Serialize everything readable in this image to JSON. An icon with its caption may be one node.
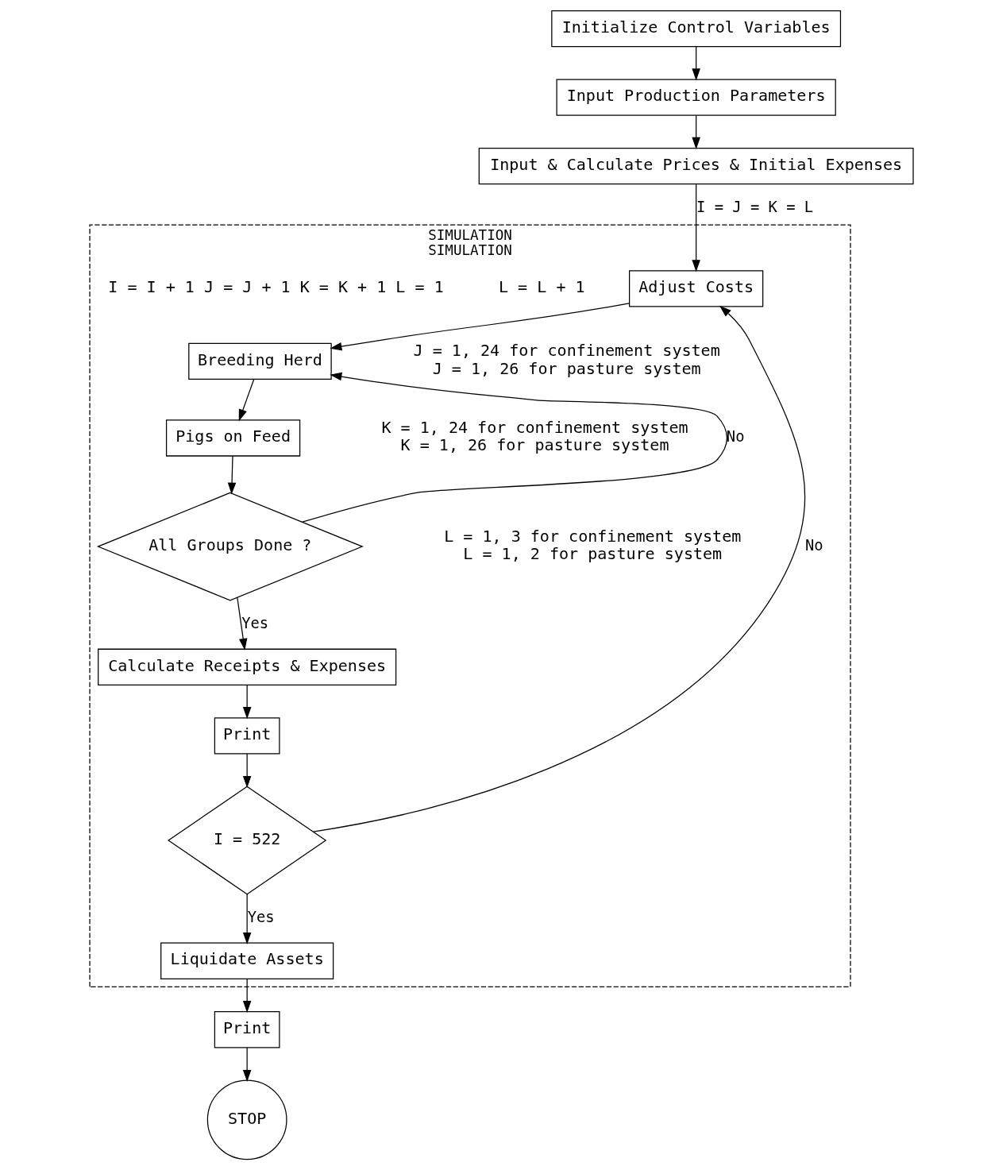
{
  "diagram": {
    "nodes": [
      {
        "text": [
          "Initialize Control Variables"
        ]
      },
      {
        "text": [
          "Input Production Parameters"
        ]
      },
      {
        "text": [
          "Input & Calculate Prices & Initial Expenses"
        ]
      },
      {
        "text": [
          "SIMULATION",
          "SIMULATION"
        ]
      },
      {
        "text": [
          "Adjust Costs"
        ],
        "in": 3
      },
      {
        "text": [
          "Breeding Herd"
        ],
        "in": 3,
        "beside": [
          "J = 1, 24 for confinement system",
          "J = 1, 26 for pasture system"
        ]
      },
      {
        "text": [
          "Pigs on Feed"
        ],
        "in": 3,
        "beside": [
          "K = 1, 24 for confinement system",
          "K = 1, 26 for pasture system"
        ]
      },
      {
        "text": [
          "All Groups Done ?"
        ],
        "in": 3,
        "beside": [
          "L = 1, 3 for confinement system",
          "L = 1, 2 for pasture system"
        ]
      },
      {
        "text": [
          "Calculate Receipts & Expenses"
        ],
        "in": 3
      },
      {
        "text": [
          "Print"
        ],
        "in": 3
      },
      {
        "text": [
          "I = 522"
        ],
        "in": 3
      },
      {
        "text": [
          "Liquidate Assets"
        ],
        "in": 3
      },
      {
        "text": [
          "Print"
        ]
      },
      {
        "text": [
          "STOP"
        ]
      }
    ],
    "edges": [
      {
        "from": 0,
        "to": 1,
        "arrow": "to"
      },
      {
        "from": 1,
        "to": 2,
        "arrow": "to"
      },
      {
        "from": 2,
        "to": 4,
        "arrow": "to",
        "label": "I = J = K = L"
      },
      {
        "from": 4,
        "to": 5,
        "arrow": "to"
      },
      {
        "from": 5,
        "to": 6,
        "arrow": "to"
      },
      {
        "from": 6,
        "to": 7,
        "arrow": "to"
      },
      {
        "from": 7,
        "to": 5,
        "arrow": "to",
        "label": "No"
      },
      {
        "from": 7,
        "to": 8,
        "arrow": "to",
        "label": "Yes"
      },
      {
        "from": 8,
        "to": 9,
        "arrow": "to"
      },
      {
        "from": 9,
        "to": 10,
        "arrow": "to"
      },
      {
        "from": 10,
        "to": 4,
        "arrow": "to",
        "label": "No"
      },
      {
        "from": 10,
        "to": 11,
        "arrow": "to",
        "label": "Yes"
      },
      {
        "from": 11,
        "to": 12,
        "arrow": "to"
      },
      {
        "from": 12,
        "to": 13,
        "arrow": "to"
      }
    ],
    "labels": [
      "L = L + 1",
      "I = I + 1 J = J + 1 K = K + 1 L = 1"
    ]
  }
}
